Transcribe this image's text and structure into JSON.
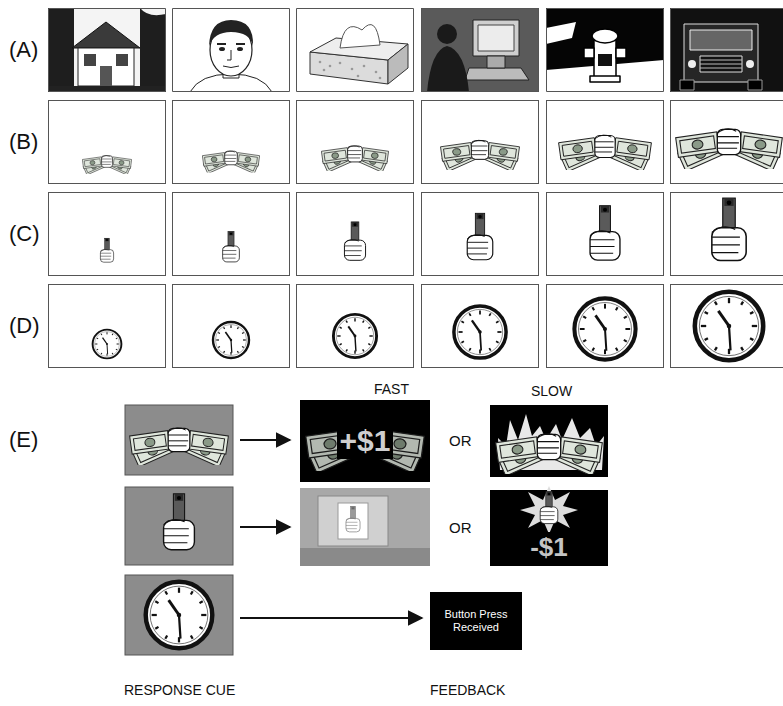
{
  "diagram": {
    "nodes": [
      {
        "text": [
          "+$1"
        ]
      },
      {
        "text": [
          "-$1"
        ]
      },
      {
        "text": [
          "Button Press Received"
        ]
      }
    ],
    "labels": [
      "(A)",
      "(B)",
      "(C)",
      "(D)",
      "(E)",
      "FAST",
      "SLOW",
      "OR",
      "OR",
      "RESPONSE CUE",
      "FEEDBACK"
    ]
  }
}
